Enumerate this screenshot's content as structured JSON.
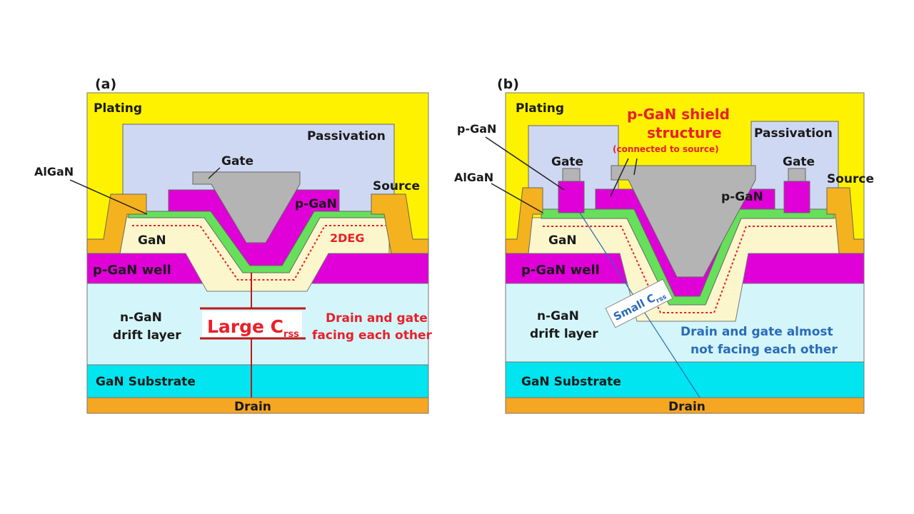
{
  "panel_a": {
    "tag": "(a)",
    "plating": "Plating",
    "passivation": "Passivation",
    "gate": "Gate",
    "algan": "AlGaN",
    "source": "Source",
    "pgan": "p-GaN",
    "gan": "GaN",
    "twodeg": "2DEG",
    "pgan_well": "p-GaN well",
    "drift_line1": "n-GaN",
    "drift_line2": "drift layer",
    "cap_main": "Large C",
    "cap_sub": "rss",
    "note_line1": "Drain and gate",
    "note_line2": "facing each other",
    "substrate": "GaN Substrate",
    "drain": "Drain"
  },
  "panel_b": {
    "tag": "(b)",
    "plating": "Plating",
    "passivation": "Passivation",
    "pgan_left": "p-GaN",
    "algan": "AlGaN",
    "gate_left": "Gate",
    "gate_right": "Gate",
    "source": "Source",
    "shield_line1": "p-GaN shield",
    "shield_line2": "structure",
    "shield_line3": "(connected to source)",
    "pgan": "p-GaN",
    "gan": "GaN",
    "pgan_well": "p-GaN well",
    "drift_line1": "n-GaN",
    "drift_line2": "drift layer",
    "cap_main": "Small C",
    "cap_sub": "rss",
    "note_line1": "Drain and gate almost",
    "note_line2": "not facing each other",
    "substrate": "GaN Substrate",
    "drain": "Drain"
  },
  "colors": {
    "plating": "#fff200",
    "passivation": "#cfd8f2",
    "gate": "#b4b4b4",
    "pgan": "#e000d8",
    "algan": "#66e05a",
    "gan": "#fbf6cc",
    "pgan_well": "#e000d8",
    "drift": "#d4f6fa",
    "substrate": "#00e5f0",
    "drain": "#f5a623",
    "source_metal": "#f5b21f",
    "label_red": "#e8202a",
    "label_blue": "#2a6ab8"
  }
}
